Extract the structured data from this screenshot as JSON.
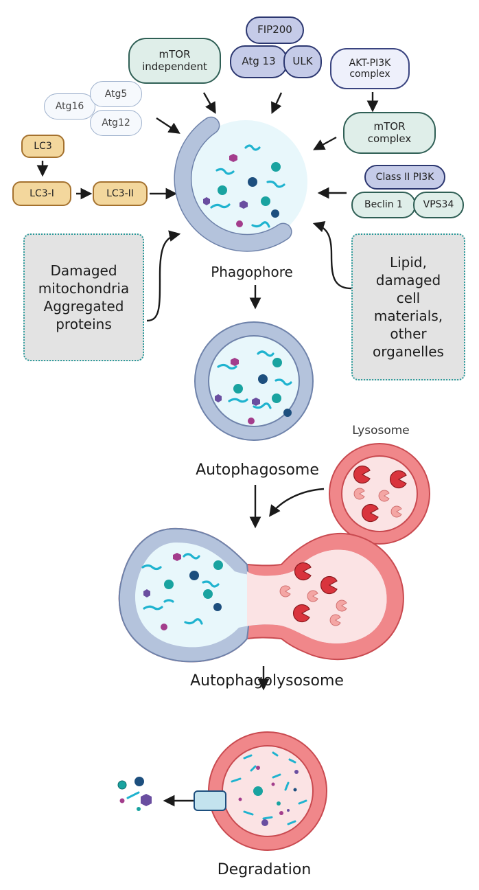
{
  "stages": {
    "phagophore": "Phagophore",
    "autophagosome": "Autophagosome",
    "lysosome": "Lysosome",
    "autophagolysosome": "Autophagolysosome",
    "degradation": "Degradation"
  },
  "regulators": {
    "mtor_independent": "mTOR\nindependent",
    "fip200": "FIP200",
    "atg13": "Atg 13",
    "ulk": "ULK",
    "akt_pi3k": "AKT-PI3K\ncomplex",
    "mtor_complex": "mTOR\ncomplex",
    "class2_pi3k": "Class II PI3K",
    "beclin1": "Beclin 1",
    "vps34": "VPS34",
    "atg16": "Atg16",
    "atg5": "Atg5",
    "atg12": "Atg12",
    "lc3": "LC3",
    "lc3_i": "LC3-I",
    "lc3_ii": "LC3-II"
  },
  "cargo": {
    "left": "Damaged\nmitochondria\nAggregated\nproteins",
    "right": "Lipid,\ndamaged\ncell\nmaterials,\nother\norganelles"
  },
  "colors": {
    "membrane_blue": "#b4c3dc",
    "membrane_blue_edge": "#6e82aa",
    "lumen_blue": "#e8f7fb",
    "membrane_red": "#f0878a",
    "membrane_red_edge": "#c94a50",
    "lumen_red": "#fbe3e4",
    "teal": "#19a3a0",
    "navy": "#1d4f7e",
    "purple": "#6a4ea0",
    "magenta": "#a33d8c",
    "cyan_strand": "#1fb3cf"
  }
}
